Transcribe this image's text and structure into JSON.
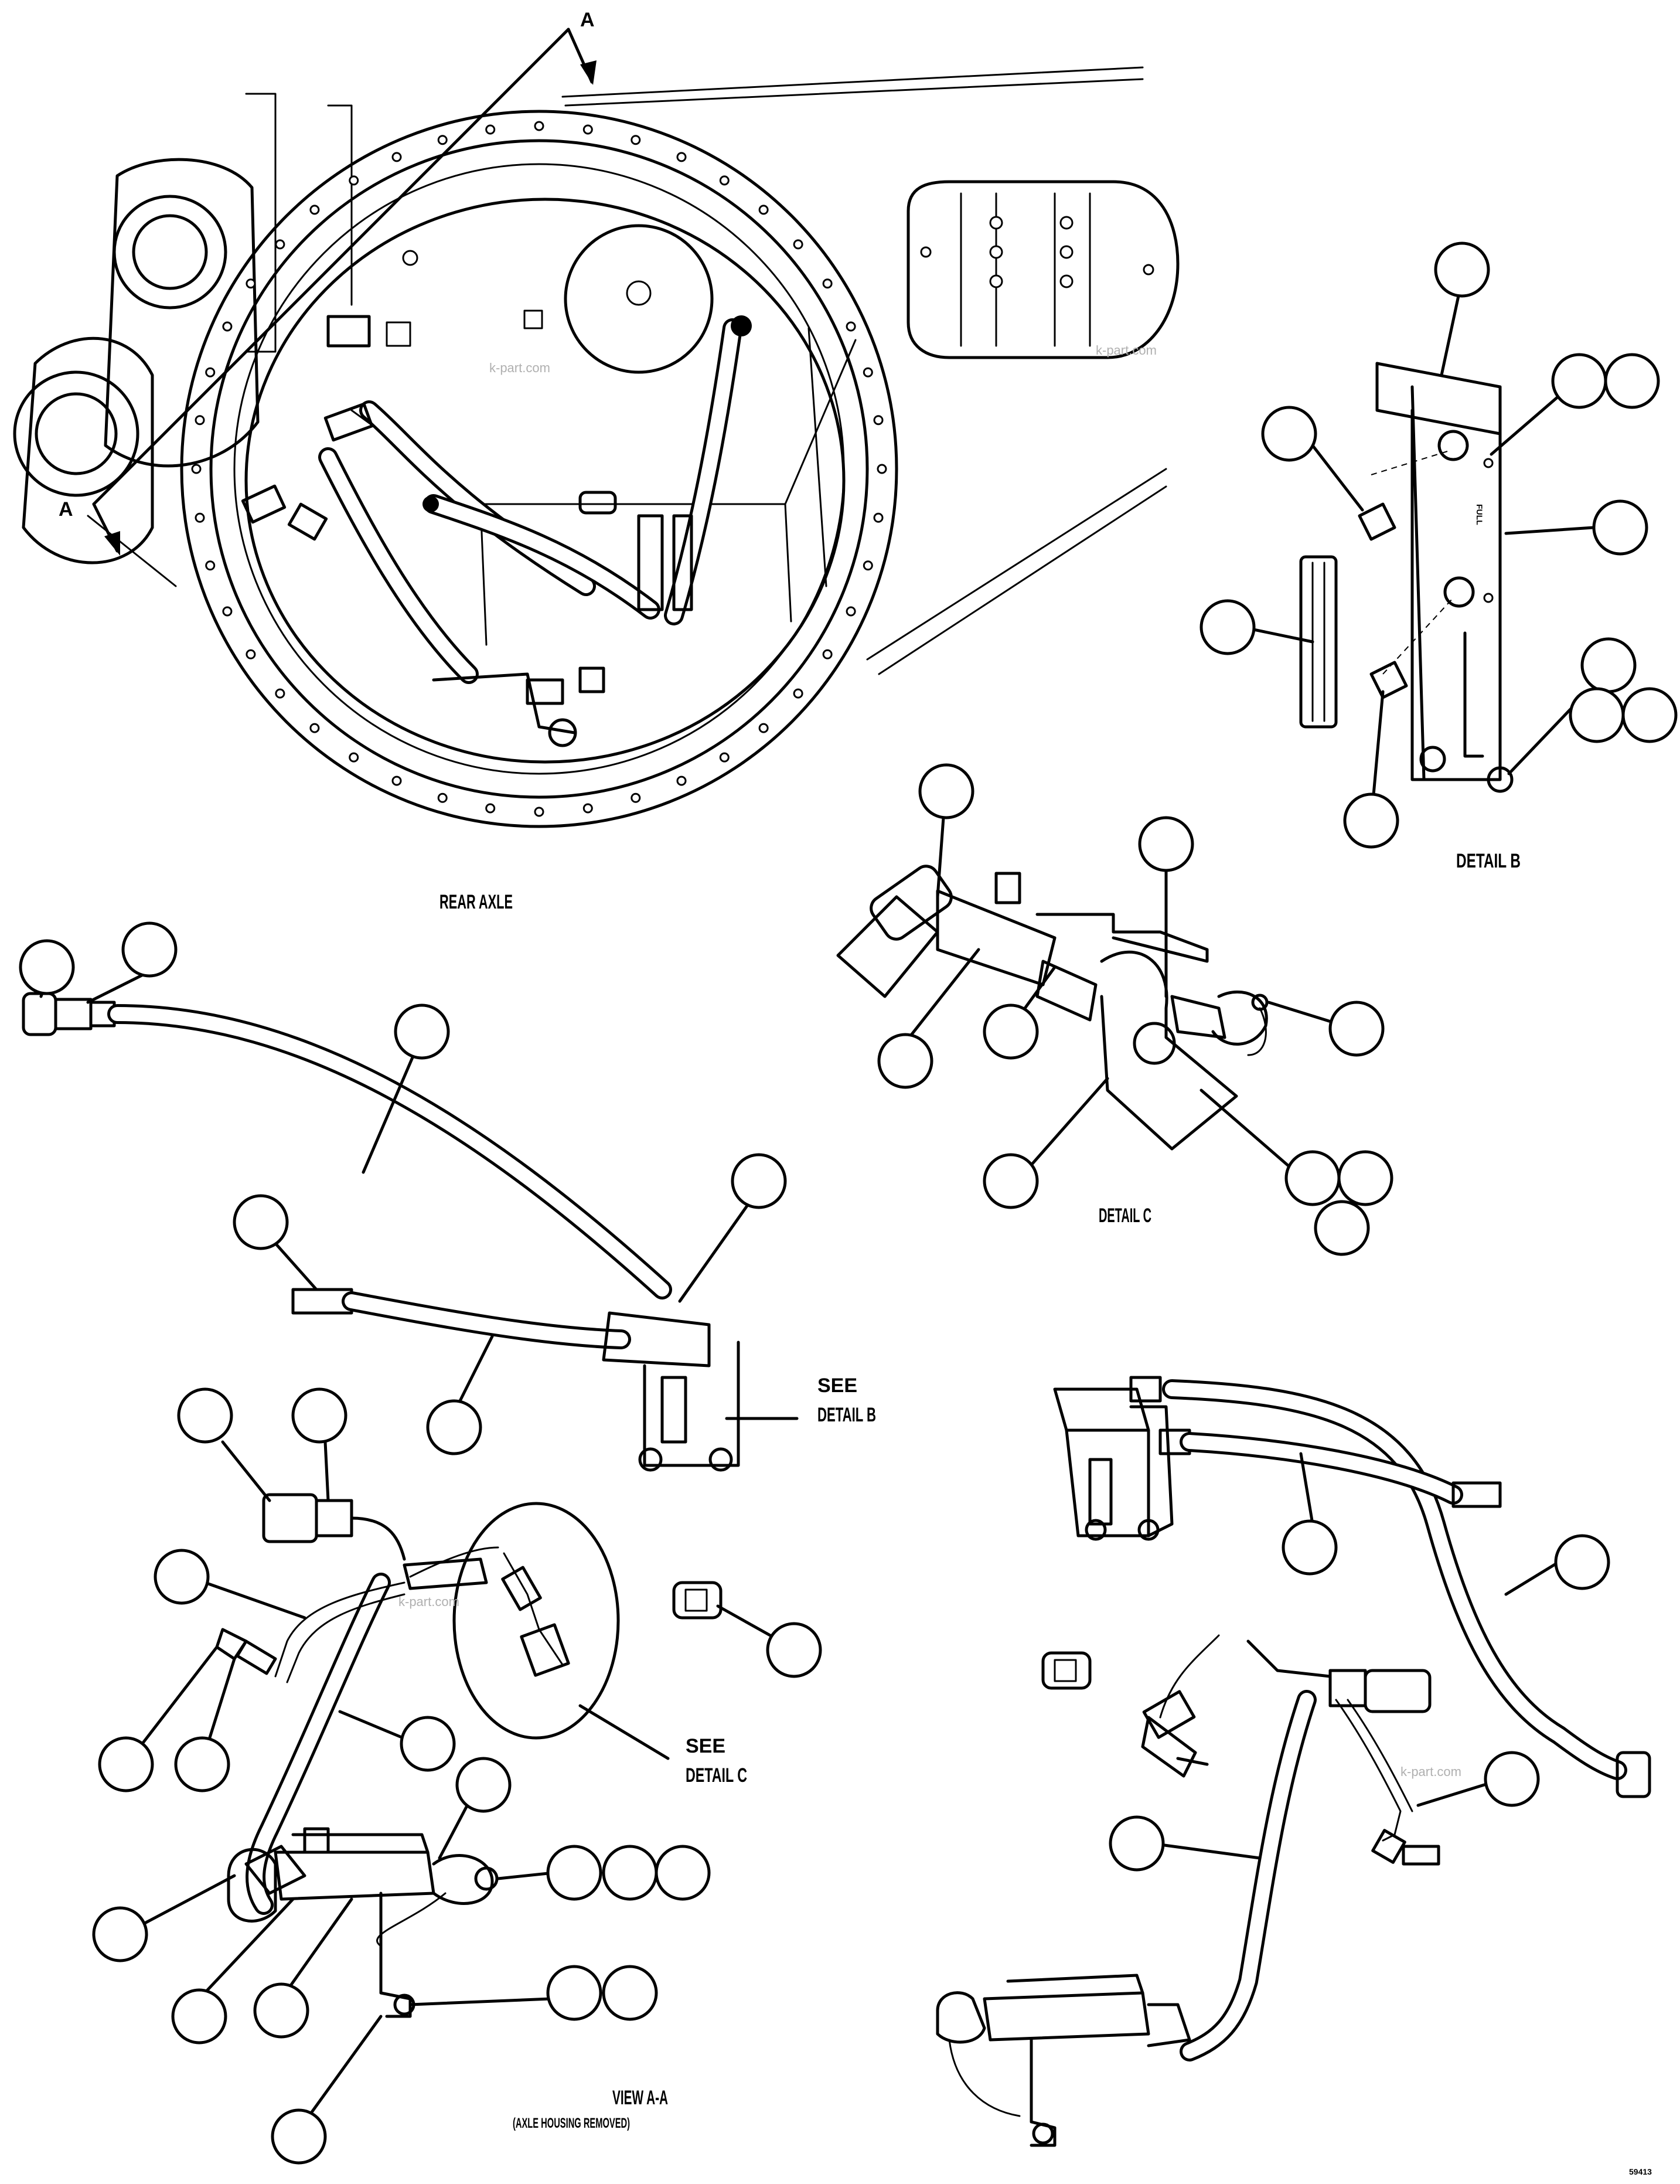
{
  "labels": {
    "rear_axle": "REAR AXLE",
    "detail_b": "DETAIL B",
    "detail_c": "DETAIL C",
    "see_detail_b": [
      "SEE",
      "DETAIL B"
    ],
    "see_detail_c": [
      "SEE",
      "DETAIL C"
    ],
    "view_aa": "VIEW A-A",
    "view_aa_note": "(AXLE HOUSING REMOVED)",
    "section_marker": "A",
    "drawing_number": "59413"
  },
  "watermark": "k-part.com"
}
